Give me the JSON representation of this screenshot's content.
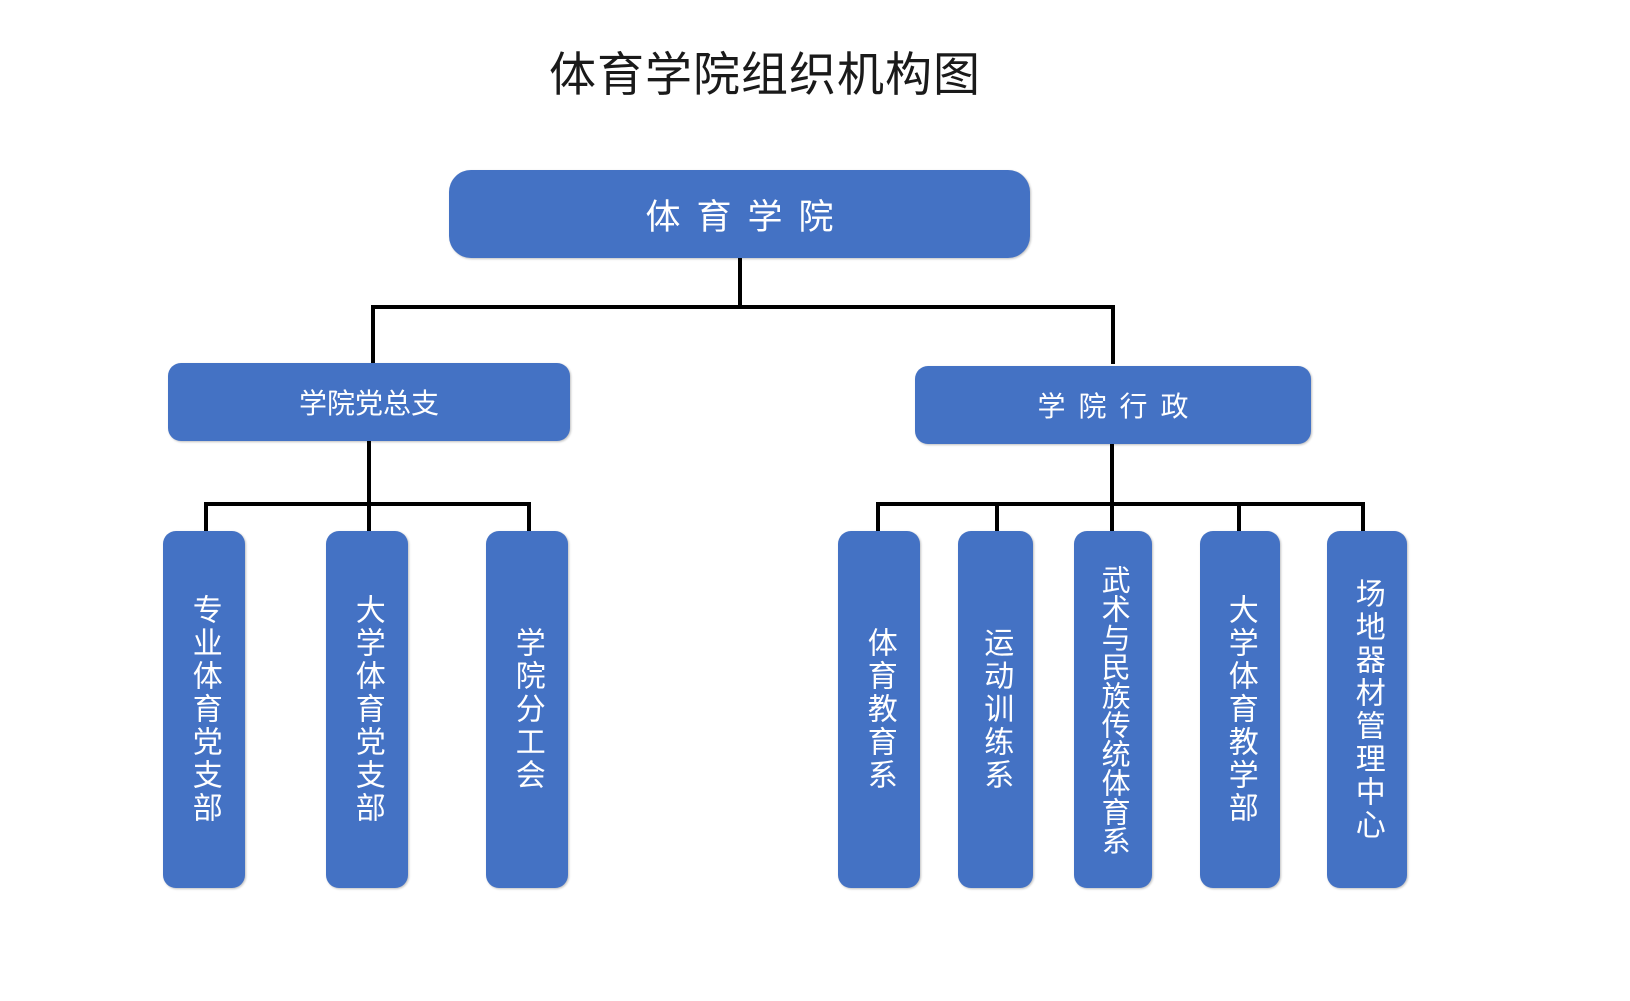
{
  "title": "体育学院组织机构图",
  "theme": {
    "box_fill": "#4472C4",
    "box_text": "#FFFFFF",
    "line_color": "#000000",
    "title_color": "#1A1A1A",
    "background": "#FFFFFF"
  },
  "root": {
    "label": "体育学院"
  },
  "branches": [
    {
      "label": "学院党总支",
      "children": [
        {
          "label": "专业体育党支部"
        },
        {
          "label": "大学体育党支部"
        },
        {
          "label": "学院分工会"
        }
      ]
    },
    {
      "label": "学院行政",
      "children": [
        {
          "label": "体育教育系"
        },
        {
          "label": "运动训练系"
        },
        {
          "label": "武术与民族传统体育系"
        },
        {
          "label": "大学体育教学部"
        },
        {
          "label": "场地器材管理中心"
        }
      ]
    }
  ],
  "chart_data": {
    "type": "diagram",
    "diagram_type": "organizational-chart",
    "title": "体育学院组织机构图",
    "orientation": "top-down",
    "levels": 3,
    "node_count": 11,
    "nodes": [
      {
        "id": "root",
        "label": "体育学院",
        "level": 0,
        "parent": null
      },
      {
        "id": "party",
        "label": "学院党总支",
        "level": 1,
        "parent": "root"
      },
      {
        "id": "admin",
        "label": "学院行政",
        "level": 1,
        "parent": "root"
      },
      {
        "id": "p1",
        "label": "专业体育党支部",
        "level": 2,
        "parent": "party"
      },
      {
        "id": "p2",
        "label": "大学体育党支部",
        "level": 2,
        "parent": "party"
      },
      {
        "id": "p3",
        "label": "学院分工会",
        "level": 2,
        "parent": "party"
      },
      {
        "id": "a1",
        "label": "体育教育系",
        "level": 2,
        "parent": "admin"
      },
      {
        "id": "a2",
        "label": "运动训练系",
        "level": 2,
        "parent": "admin"
      },
      {
        "id": "a3",
        "label": "武术与民族传统体育系",
        "level": 2,
        "parent": "admin"
      },
      {
        "id": "a4",
        "label": "大学体育教学部",
        "level": 2,
        "parent": "admin"
      },
      {
        "id": "a5",
        "label": "场地器材管理中心",
        "level": 2,
        "parent": "admin"
      }
    ]
  }
}
